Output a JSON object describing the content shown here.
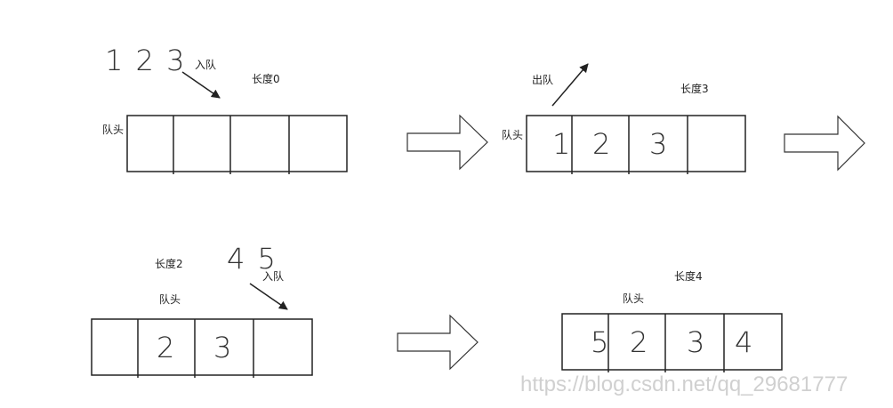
{
  "panel1": {
    "items": "1 2 3",
    "enqueue_label": "入队",
    "length_label": "长度0",
    "head_label": "队头"
  },
  "panel2": {
    "dequeue_label": "出队",
    "length_label": "长度3",
    "head_label": "队头",
    "cells": [
      "1",
      "2",
      "3",
      ""
    ]
  },
  "panel3": {
    "length_label": "长度2",
    "head_label": "队头",
    "items": "4 5",
    "enqueue_label": "入队",
    "cells": [
      "",
      "2",
      "3",
      ""
    ]
  },
  "panel4": {
    "length_label": "长度4",
    "head_label": "队头",
    "cells": [
      "5",
      "2",
      "3",
      "4"
    ]
  },
  "watermark": "https://blog.csdn.net/qq_29681777"
}
